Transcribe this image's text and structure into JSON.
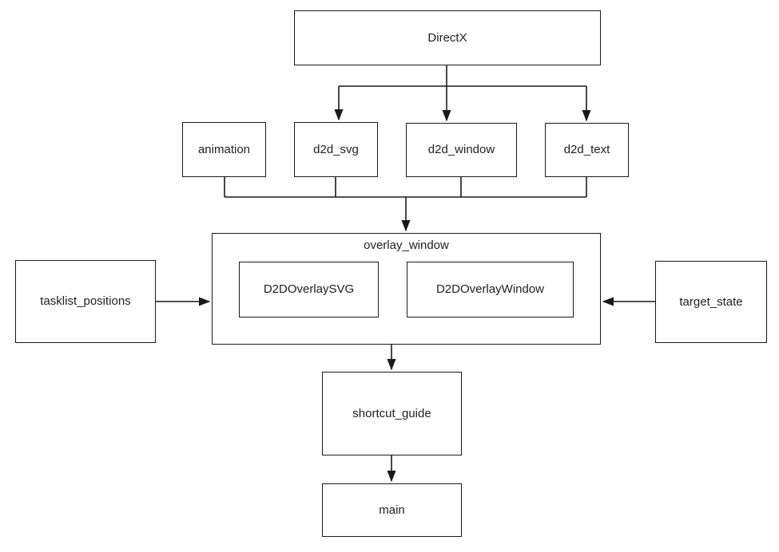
{
  "diagram": {
    "type": "module-dependency-flowchart",
    "colors": {
      "background": "#ffffff",
      "line": "#1a1a1a",
      "box_border": "#1a1a1a",
      "text": "#212121"
    },
    "nodes": {
      "directx": {
        "label": "DirectX"
      },
      "animation": {
        "label": "animation"
      },
      "d2d_svg": {
        "label": "d2d_svg"
      },
      "d2d_window": {
        "label": "d2d_window"
      },
      "d2d_text": {
        "label": "d2d_text"
      },
      "overlay_window": {
        "label": "overlay_window"
      },
      "d2d_overlay_svg": {
        "label": "D2DOverlaySVG"
      },
      "d2d_overlay_window": {
        "label": "D2DOverlayWindow"
      },
      "tasklist_positions": {
        "label": "tasklist_positions"
      },
      "target_state": {
        "label": "target_state"
      },
      "shortcut_guide": {
        "label": "shortcut_guide"
      },
      "main": {
        "label": "main"
      }
    },
    "edges": [
      {
        "from": "DirectX",
        "to": "d2d_svg"
      },
      {
        "from": "DirectX",
        "to": "d2d_window"
      },
      {
        "from": "DirectX",
        "to": "d2d_text"
      },
      {
        "from": "animation",
        "to": "overlay_window"
      },
      {
        "from": "d2d_svg",
        "to": "overlay_window"
      },
      {
        "from": "d2d_window",
        "to": "overlay_window"
      },
      {
        "from": "d2d_text",
        "to": "overlay_window"
      },
      {
        "from": "tasklist_positions",
        "to": "overlay_window"
      },
      {
        "from": "target_state",
        "to": "overlay_window"
      },
      {
        "from": "overlay_window",
        "to": "shortcut_guide"
      },
      {
        "from": "shortcut_guide",
        "to": "main"
      }
    ],
    "contains": [
      {
        "parent": "overlay_window",
        "children": [
          "D2DOverlaySVG",
          "D2DOverlayWindow"
        ]
      }
    ]
  }
}
